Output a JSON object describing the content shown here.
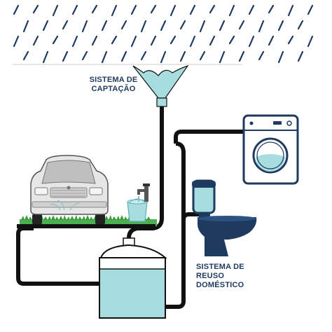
{
  "labels": {
    "captacao_line1": "SISTEMA DE",
    "captacao_line2": "CAPTAÇÃO",
    "reuso_line1": "SISTEMA DE",
    "reuso_line2": "REUSO DOMÉSTICO"
  },
  "colors": {
    "rain": "#1e3a5f",
    "pipe": "#111111",
    "water": "#a8dde0",
    "water_dark": "#7cc3c8",
    "toilet": "#1e3a5f",
    "grass": "#4caf50",
    "car_body": "#e5e5e5",
    "machine_outline": "#1e3a5f"
  },
  "icons": [
    "rain-icon",
    "funnel-icon",
    "car-icon",
    "bucket-icon",
    "faucet-icon",
    "washing-machine-icon",
    "toilet-icon",
    "water-tank-icon"
  ]
}
